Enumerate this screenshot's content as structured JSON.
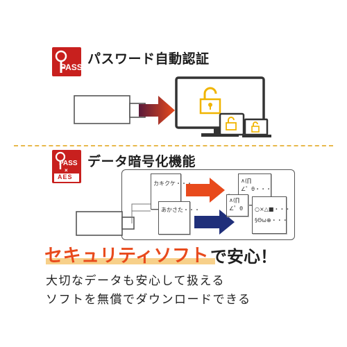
{
  "section1": {
    "logo_text": "PASS",
    "title": "パスワード自動認証"
  },
  "section2": {
    "logo_text": "PASS",
    "logo_x": "×",
    "logo_sub": "AES",
    "title": "データ暗号化機能",
    "card_plain_1": "カキクケ・・・",
    "card_plain_2": "あかさた・・・",
    "card_enc_1": "∧(∏\n∠゜θ・・・",
    "card_enc_2": "∧(∏\n∠゜θ",
    "card_enc_3": "○×△■・・・\n§Θω⊕・・・"
  },
  "headline": {
    "main": "セキュリティソフト",
    "suffix": "で安心！"
  },
  "body": {
    "line1": "大切なデータも安心して扱える",
    "line2": "ソフトを無償でダウンロードできる"
  },
  "colors": {
    "brand_red": "#c8201e",
    "accent_orange": "#e84a1c",
    "navy": "#1f2f7a",
    "highlight": "#f7d08a",
    "lock_yellow": "#f0b400"
  }
}
